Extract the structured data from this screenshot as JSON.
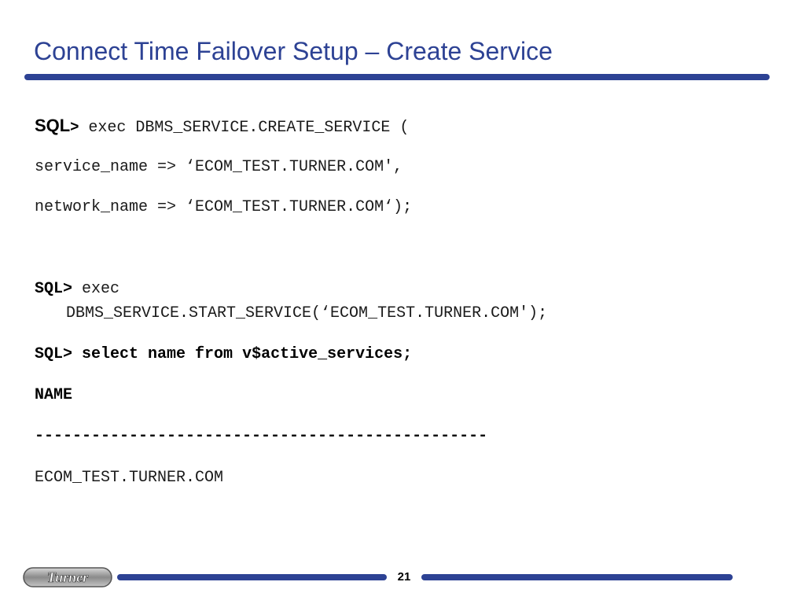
{
  "slide": {
    "title": "Connect Time Failover Setup – Create Service",
    "page_number": "21"
  },
  "code": {
    "prompt": "SQL",
    "prompt_gt": ">",
    "prompt_full": "SQL>",
    "line1": "exec DBMS_SERVICE.CREATE_SERVICE (",
    "line2": "service_name => ‘ECOM_TEST.TURNER.COM',",
    "line3": "network_name => ‘ECOM_TEST.TURNER.COM‘);",
    "line4": "exec",
    "line5": "DBMS_SERVICE.START_SERVICE(‘ECOM_TEST.TURNER.COM');",
    "line6": "select name from v$active_services;",
    "line7": "NAME",
    "line8": "------------------------------------------------",
    "line9": "ECOM_TEST.TURNER.COM"
  },
  "footer": {
    "logo_text": "Turner"
  },
  "colors": {
    "accent": "#2d4294"
  }
}
